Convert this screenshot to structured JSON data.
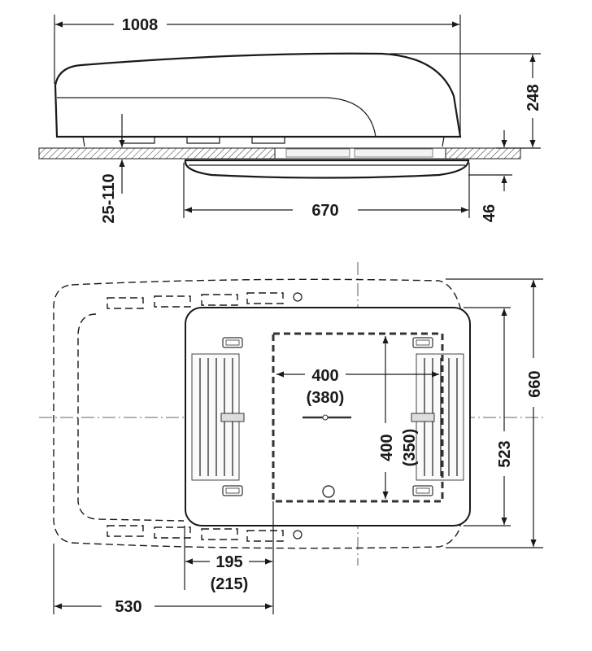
{
  "side_view": {
    "overall_length": "1008",
    "overall_height": "248",
    "roof_thickness": "25-110",
    "inner_unit_width": "670",
    "inner_unit_height": "46"
  },
  "top_view": {
    "overall_width": "660",
    "inner_unit_depth": "523",
    "cutout_width": "400",
    "cutout_width_alt": "(380)",
    "cutout_depth": "400",
    "cutout_depth_alt": "(350)",
    "offset": "195",
    "offset_alt": "(215)",
    "center_to_rear": "530"
  }
}
